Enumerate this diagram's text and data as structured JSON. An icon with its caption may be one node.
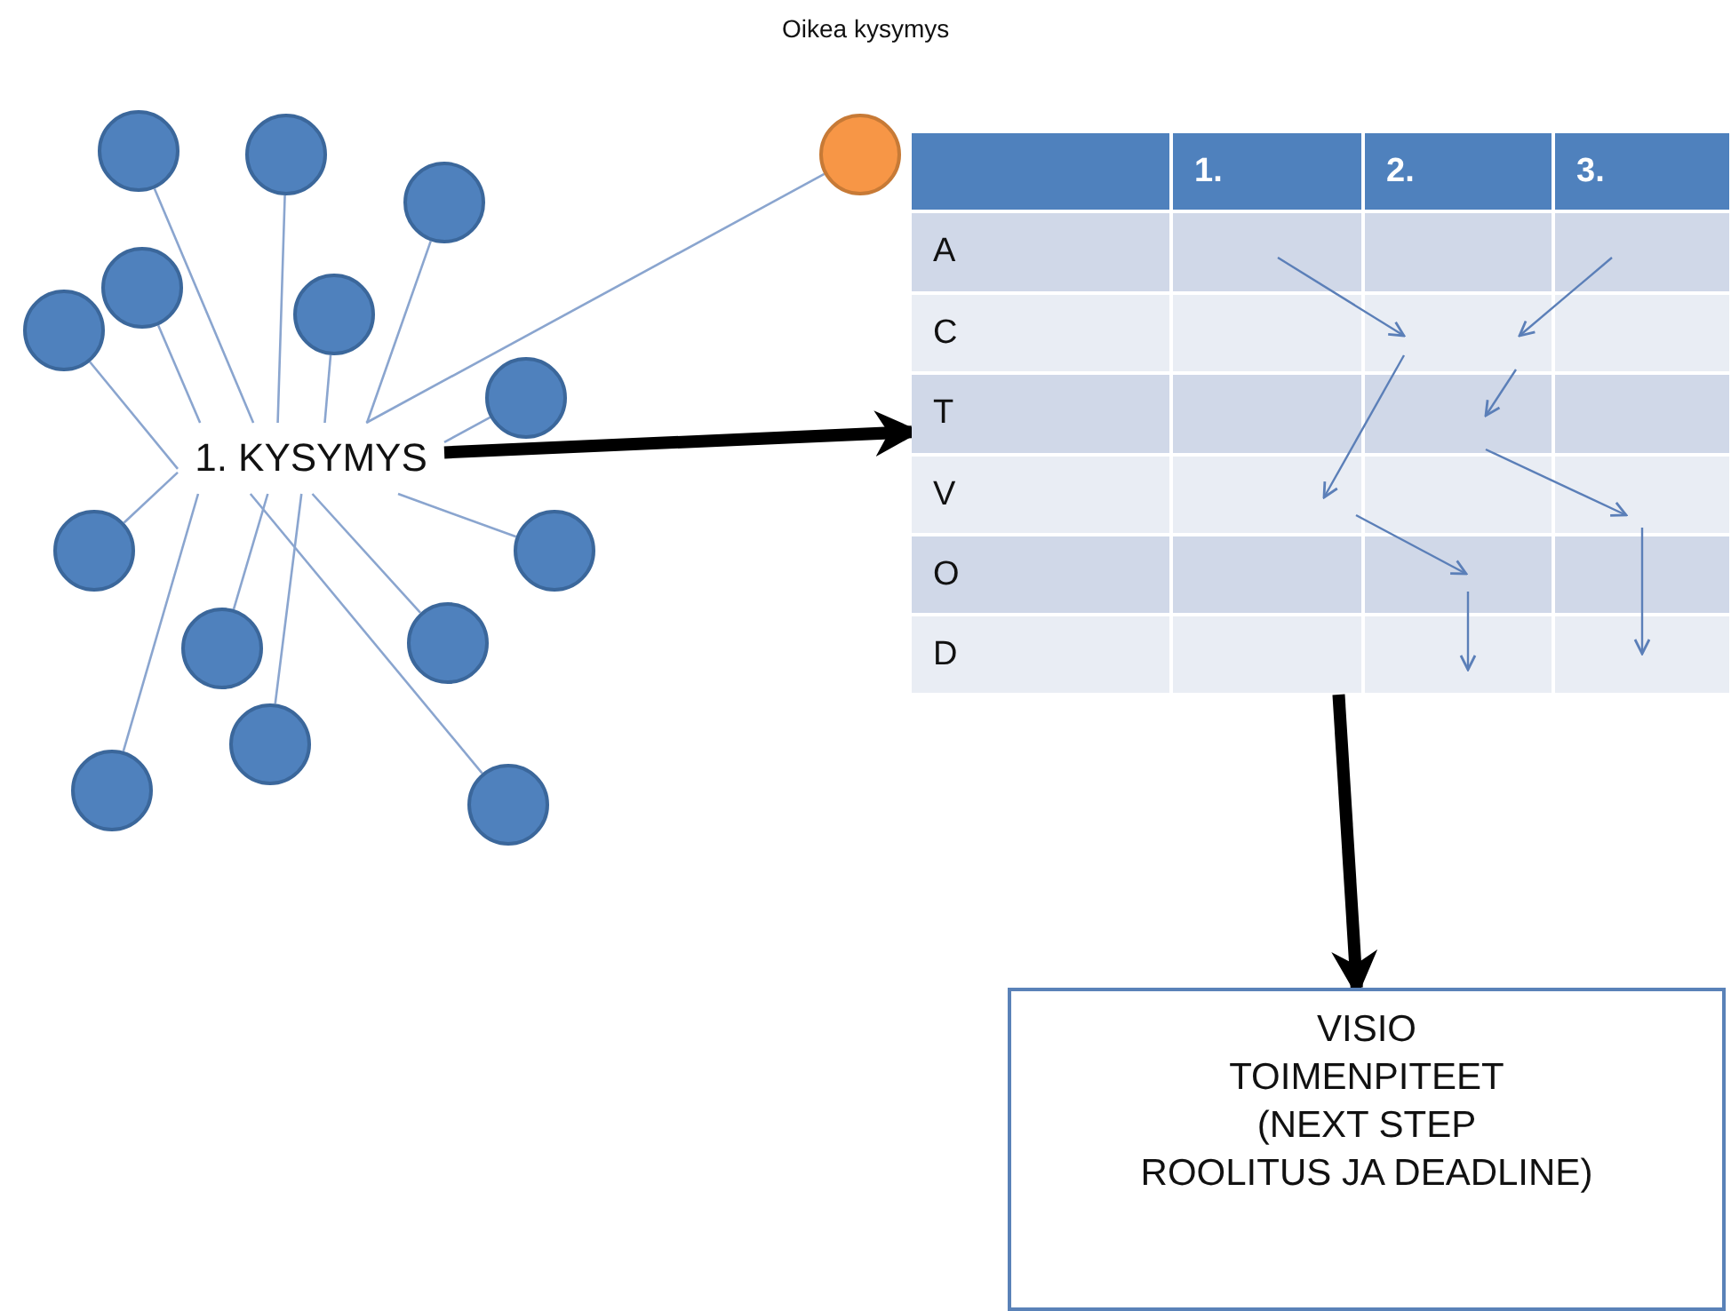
{
  "diagram": {
    "nodes": [
      {
        "text": [
          "1. KYSYMYS"
        ]
      },
      {
        "text": [],
        "shape": "circle"
      },
      {
        "text": [],
        "shape": "circle"
      },
      {
        "text": [],
        "shape": "circle"
      },
      {
        "text": [],
        "shape": "circle"
      },
      {
        "text": [],
        "shape": "circle"
      },
      {
        "text": [],
        "shape": "circle"
      },
      {
        "text": [],
        "shape": "circle"
      },
      {
        "text": [],
        "shape": "circle"
      },
      {
        "text": [],
        "shape": "circle"
      },
      {
        "text": [],
        "shape": "circle"
      },
      {
        "text": [],
        "shape": "circle"
      },
      {
        "text": [],
        "shape": "circle"
      },
      {
        "text": [],
        "shape": "circle"
      },
      {
        "text": [],
        "shape": "circle"
      },
      {
        "text": [
          "Oikea kysymys"
        ]
      },
      {
        "text": [
          "1.",
          "2.",
          "3.",
          "A",
          "C",
          "T",
          "V",
          "O",
          "D"
        ]
      },
      {
        "text": [
          "VISIO",
          "TOIMENPITEET",
          "(NEXT STEP",
          "ROOLITUS JA DEADLINE)"
        ]
      }
    ],
    "edges": [
      {
        "from": 0,
        "to": 1,
        "arrow": "none"
      },
      {
        "from": 0,
        "to": 2,
        "arrow": "none"
      },
      {
        "from": 0,
        "to": 3,
        "arrow": "none"
      },
      {
        "from": 0,
        "to": 4,
        "arrow": "none"
      },
      {
        "from": 0,
        "to": 5,
        "arrow": "none"
      },
      {
        "from": 0,
        "to": 6,
        "arrow": "none"
      },
      {
        "from": 0,
        "to": 7,
        "arrow": "none"
      },
      {
        "from": 0,
        "to": 8,
        "arrow": "none"
      },
      {
        "from": 0,
        "to": 9,
        "arrow": "none"
      },
      {
        "from": 0,
        "to": 10,
        "arrow": "none"
      },
      {
        "from": 0,
        "to": 11,
        "arrow": "none"
      },
      {
        "from": 0,
        "to": 12,
        "arrow": "none"
      },
      {
        "from": 0,
        "to": 13,
        "arrow": "none"
      },
      {
        "from": 0,
        "to": 14,
        "arrow": "none"
      },
      {
        "from": 0,
        "to": 15,
        "arrow": "none"
      },
      {
        "from": 0,
        "to": 16,
        "arrow": "to",
        "style": "thick",
        "color": "#000000"
      },
      {
        "from": 16,
        "to": 17,
        "arrow": "to",
        "style": "thick",
        "color": "#000000"
      }
    ]
  }
}
